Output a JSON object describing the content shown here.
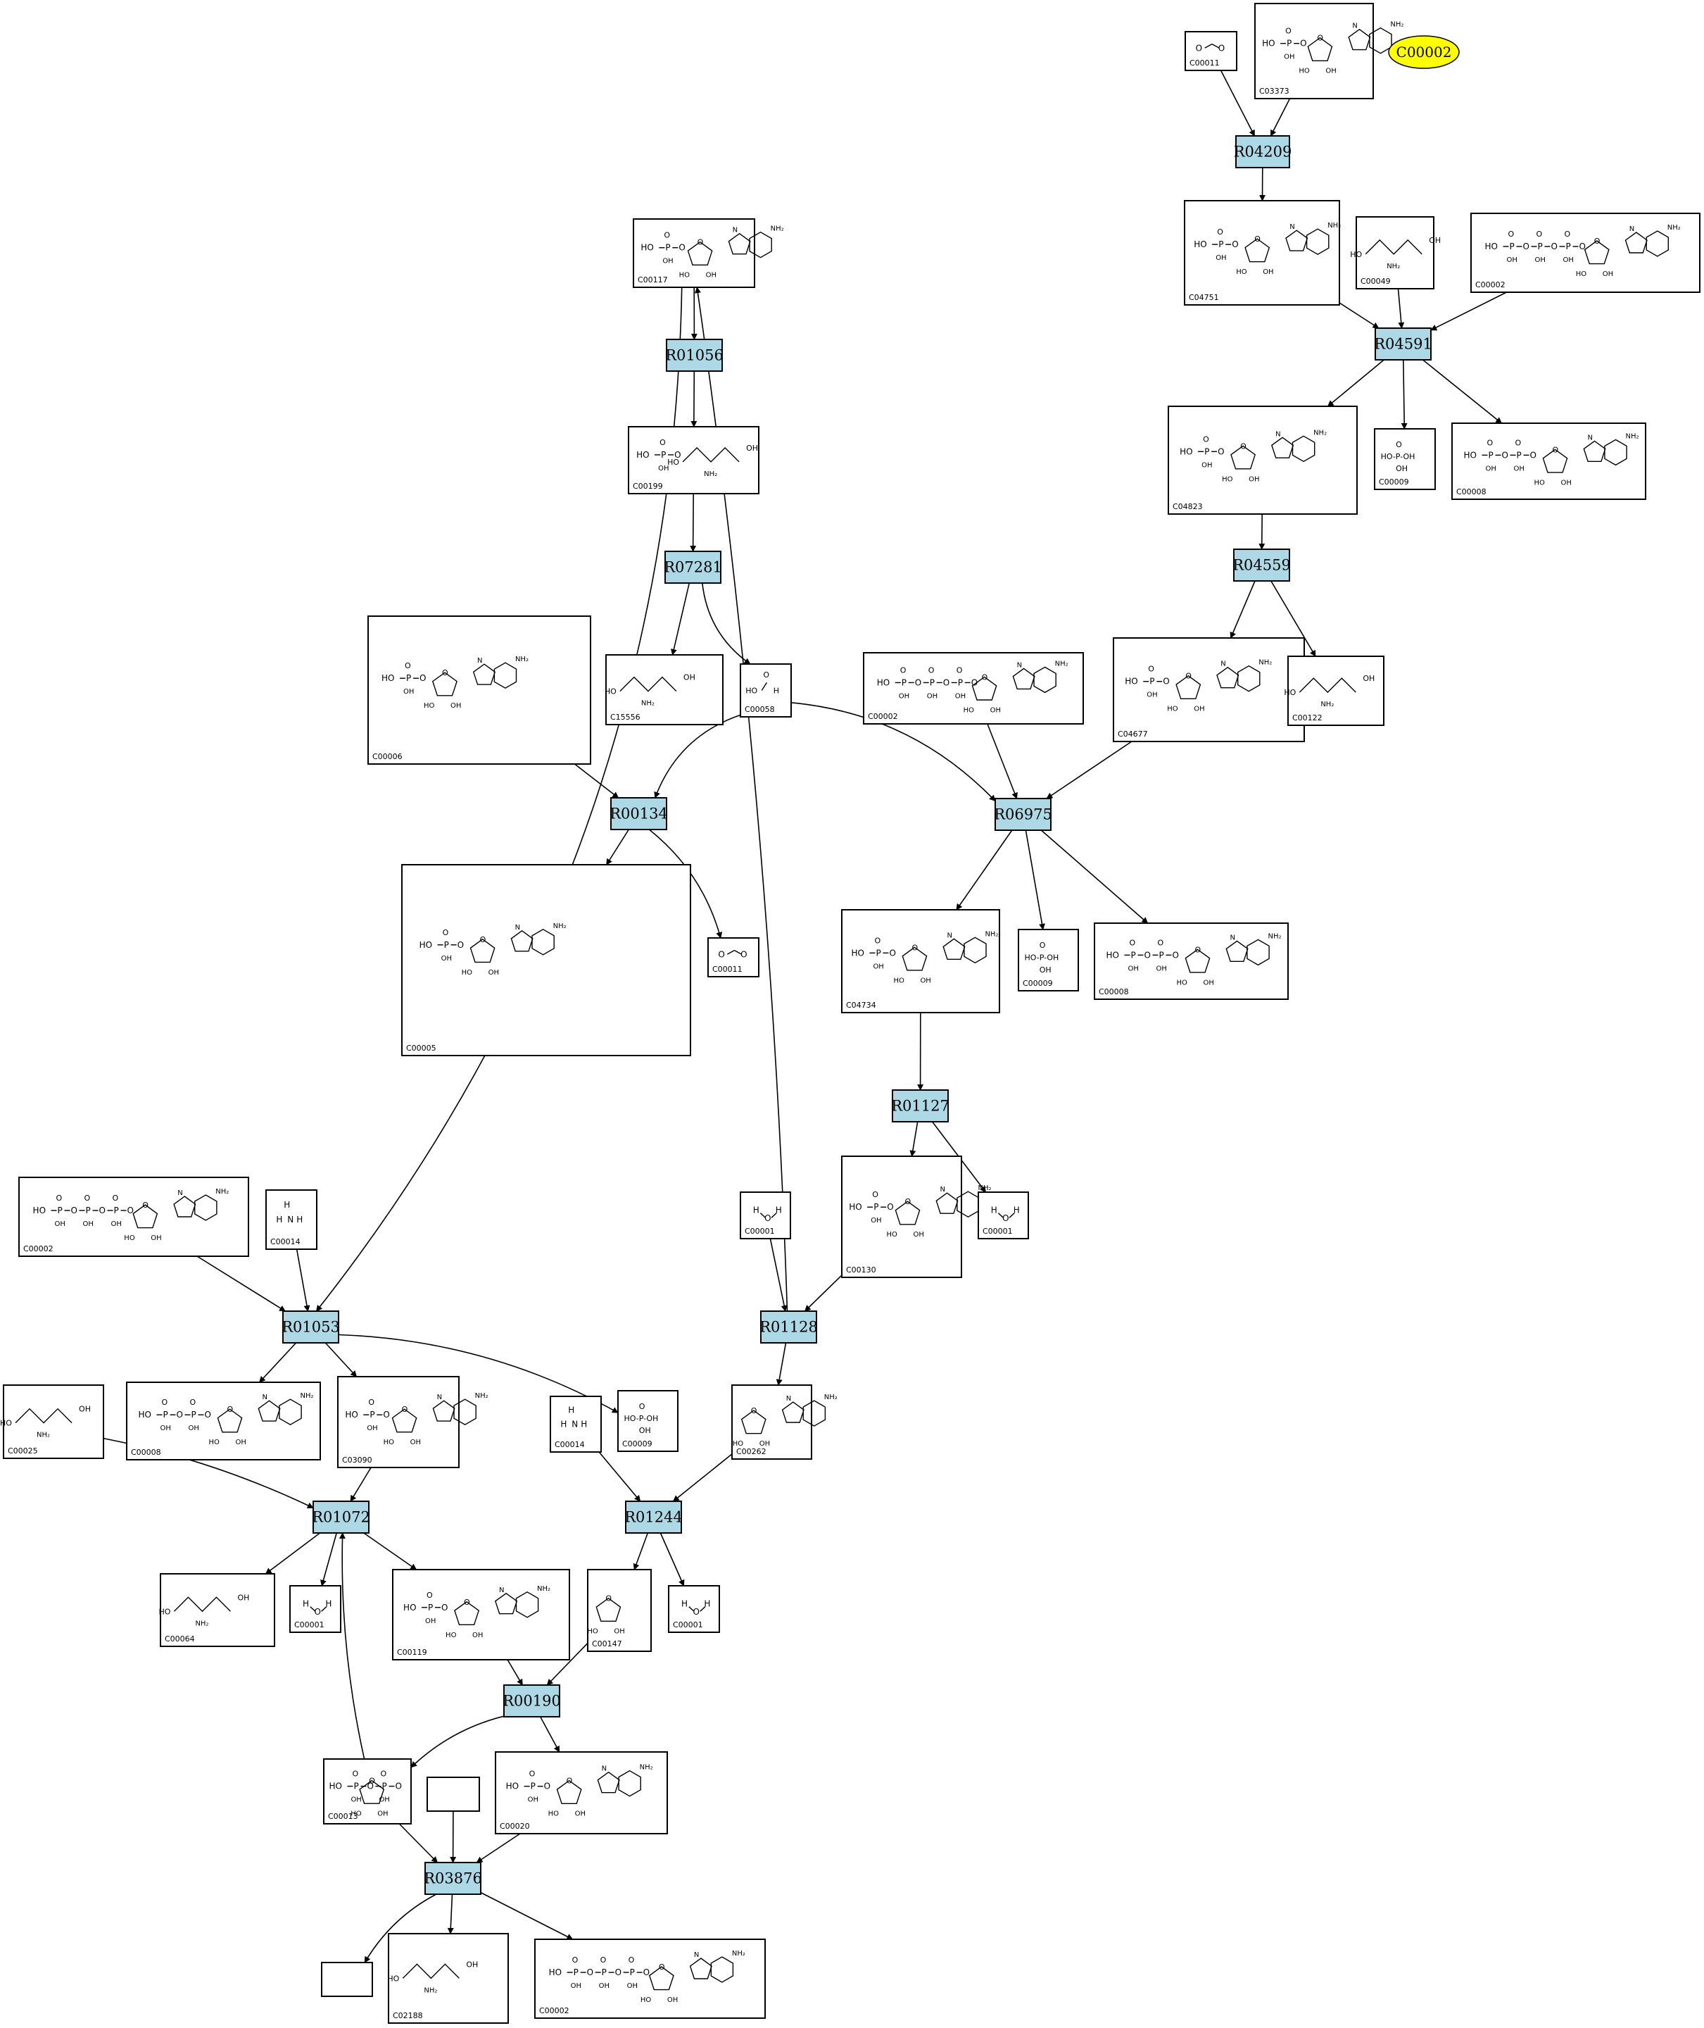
{
  "highlight": {
    "label": "C00002",
    "color": "#ffff00"
  },
  "colors": {
    "reaction_fill": "#add8e6",
    "compound_fill": "#ffffff",
    "stroke": "#000000"
  },
  "reactions": [
    {
      "id": "R04209"
    },
    {
      "id": "R04591"
    },
    {
      "id": "R04559"
    },
    {
      "id": "R01056"
    },
    {
      "id": "R07281"
    },
    {
      "id": "R00134"
    },
    {
      "id": "R06975"
    },
    {
      "id": "R01127"
    },
    {
      "id": "R01053"
    },
    {
      "id": "R01128"
    },
    {
      "id": "R01072"
    },
    {
      "id": "R01244"
    },
    {
      "id": "R00190"
    },
    {
      "id": "R03876"
    }
  ],
  "compounds": [
    {
      "key": "c00011_top",
      "label": "C00011"
    },
    {
      "key": "c03373",
      "label": "C03373"
    },
    {
      "key": "c04751",
      "label": "C04751"
    },
    {
      "key": "c00049",
      "label": "C00049"
    },
    {
      "key": "c00002_r04591",
      "label": "C00002"
    },
    {
      "key": "c04823",
      "label": "C04823"
    },
    {
      "key": "c00009_r04591",
      "label": "C00009"
    },
    {
      "key": "c00008_r04591",
      "label": "C00008"
    },
    {
      "key": "c04677",
      "label": "C04677"
    },
    {
      "key": "c00122",
      "label": "C00122"
    },
    {
      "key": "c00117",
      "label": "C00117"
    },
    {
      "key": "c00199",
      "label": "C00199"
    },
    {
      "key": "c15556",
      "label": "C15556"
    },
    {
      "key": "c00058",
      "label": "C00058"
    },
    {
      "key": "c00006",
      "label": "C00006"
    },
    {
      "key": "c00002_r06975",
      "label": "C00002"
    },
    {
      "key": "c00005",
      "label": "C00005"
    },
    {
      "key": "c00011_r00134",
      "label": "C00011"
    },
    {
      "key": "c04734",
      "label": "C04734"
    },
    {
      "key": "c00009_r06975",
      "label": "C00009"
    },
    {
      "key": "c00008_r06975",
      "label": "C00008"
    },
    {
      "key": "c00130",
      "label": "C00130"
    },
    {
      "key": "c00001_r01127",
      "label": "C00001"
    },
    {
      "key": "c00001_r01128",
      "label": "C00001"
    },
    {
      "key": "c00002_r01053",
      "label": "C00002"
    },
    {
      "key": "c00014_r01053",
      "label": "C00014"
    },
    {
      "key": "c00008_r01053",
      "label": "C00008"
    },
    {
      "key": "c03090",
      "label": "C03090"
    },
    {
      "key": "c00009_r01053",
      "label": "C00009"
    },
    {
      "key": "c00025",
      "label": "C00025"
    },
    {
      "key": "c00014_r01244",
      "label": "C00014"
    },
    {
      "key": "c00262",
      "label": "C00262"
    },
    {
      "key": "c00064",
      "label": "C00064"
    },
    {
      "key": "c00001_r01072",
      "label": "C00001"
    },
    {
      "key": "c00119",
      "label": "C00119"
    },
    {
      "key": "c00147",
      "label": "C00147"
    },
    {
      "key": "c00001_r01244",
      "label": "C00001"
    },
    {
      "key": "c00013",
      "label": "C00013"
    },
    {
      "key": "c00020",
      "label": "C00020"
    },
    {
      "key": "blank_top",
      "label": ""
    },
    {
      "key": "blank_bottom",
      "label": ""
    },
    {
      "key": "c02188",
      "label": "C02188"
    },
    {
      "key": "c00002_r03876",
      "label": "C00002"
    }
  ]
}
